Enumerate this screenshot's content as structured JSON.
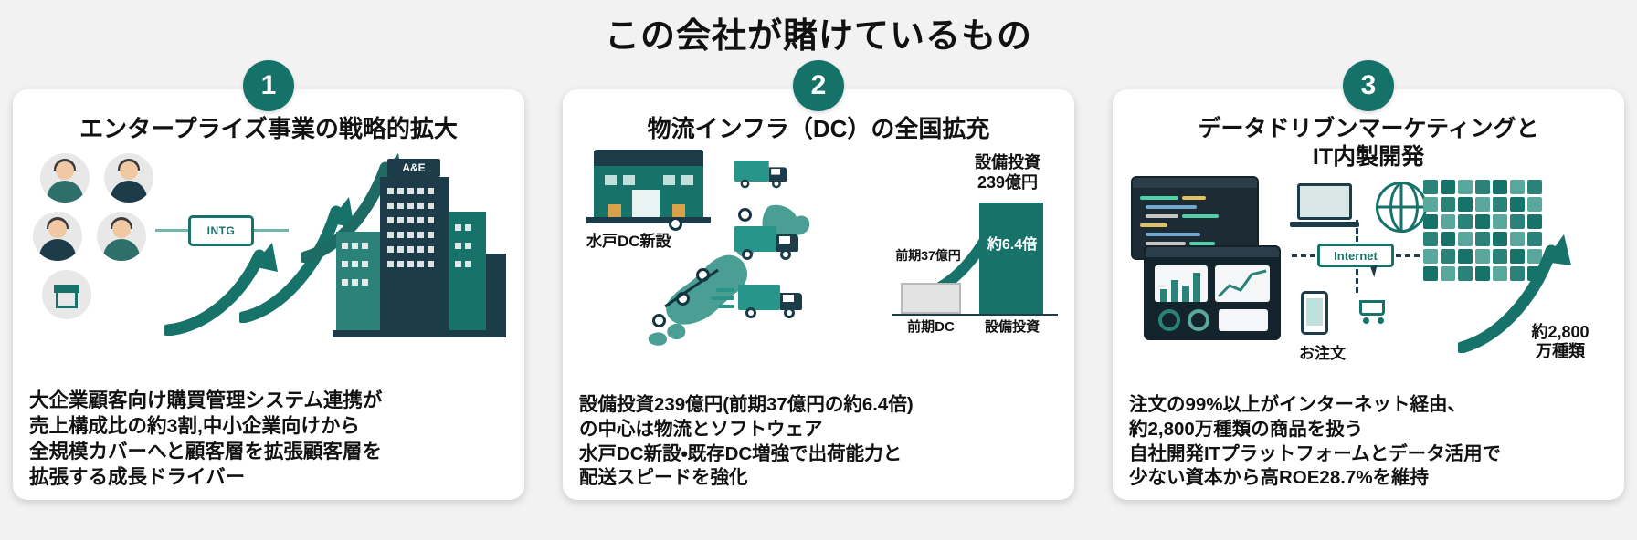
{
  "title": "この会社が賭けているもの",
  "accent_color": "#157268",
  "accent_dark": "#1d3c4a",
  "background_color": "#f2f2f2",
  "cards": [
    {
      "badge": "1",
      "title": "エンタープライズ事業の戦略的拡大",
      "body": "大企業顧客向け購買管理システム連携が\n売上構成比の約3割,中小企業向けから\n全規模カバーへと顧客層を拡張顧客層を\n拡張する成長ドライバー",
      "art_labels": {
        "building_tag": "A&E",
        "hub_tag": "INTG"
      }
    },
    {
      "badge": "2",
      "title": "物流インフラ（DC）の全国拡充",
      "body": "設備投資239億円(前期37億円の約6.4倍)\nの中心は物流とソフトウェア\n水戸DC新設・既存DC増強で出荷能力と\n配送スピードを強化",
      "art_labels": {
        "map_caption": "水戸DC新設",
        "chart_top_line1": "設備投資",
        "chart_top_line2": "239億円",
        "prev_bar_label": "前期37億円",
        "multiplier": "約6.4倍",
        "axis_prev": "前期DC",
        "axis_curr": "設備投資"
      },
      "chart_data": {
        "type": "bar",
        "title": "設備投資",
        "categories": [
          "前期DC",
          "設備投資"
        ],
        "values": [
          37,
          239
        ],
        "unit": "億円",
        "annotations": [
          "前期37億円",
          "約6.4倍",
          "設備投資239億円"
        ],
        "ylim": [
          0,
          260
        ],
        "grid": false,
        "legend": "none"
      }
    },
    {
      "badge": "3",
      "title": "データドリブンマーケティングと\nIT内製開発",
      "body": "注文の99%以上がインターネット経由、\n約2,800万種類の商品を扱う\n自社開発ITプラットフォームとデータ活用で\n少ない資本から高ROE28.7%を維持",
      "art_labels": {
        "internet_tag": "Internet",
        "order_label": "お注文",
        "sku_line1": "約2,800",
        "sku_line2": "万種類"
      }
    }
  ]
}
